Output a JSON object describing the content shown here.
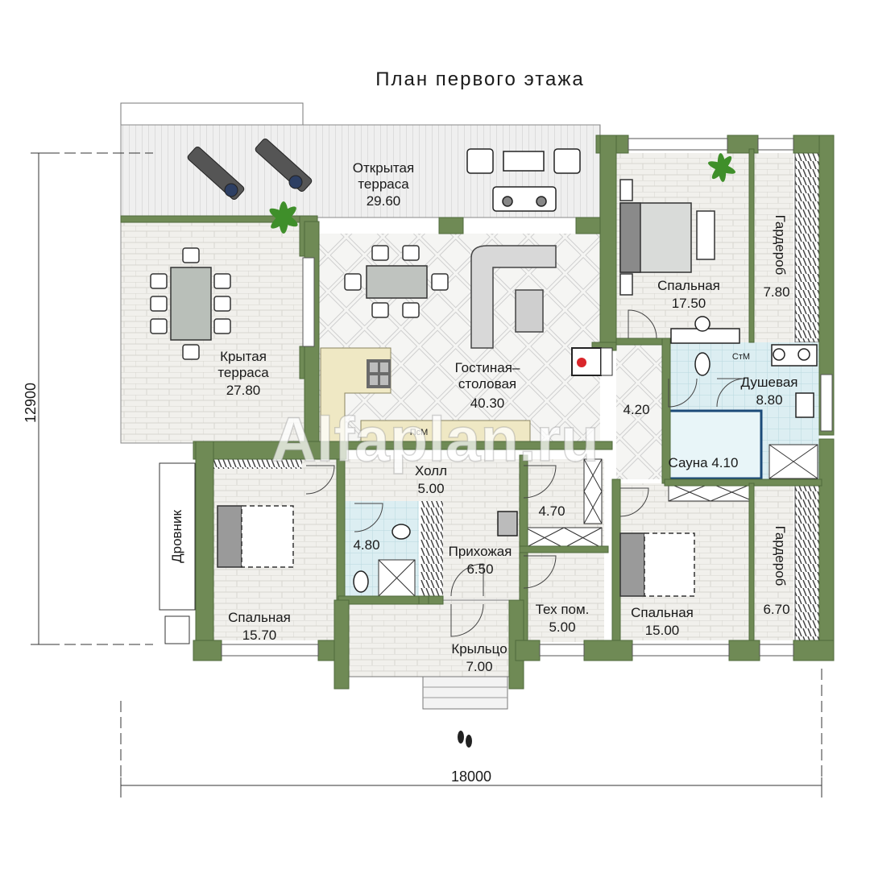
{
  "title": "План первого этажа",
  "watermark": "Alfaplan.ru",
  "colors": {
    "wall": "#6f8a55",
    "wall_dark": "#4f6a3c",
    "tile": "#f1f0ec",
    "tile_line": "#d8d6cf",
    "bath_tile": "#dceef2",
    "floor_wood": "#eeeeea",
    "kitchen": "#efe8c4",
    "plant": "#3f8f2a",
    "dim_line": "#333333"
  },
  "dimensions": {
    "width": "18000",
    "height": "12900"
  },
  "rooms": {
    "open_terrace": {
      "name": "Открытая\nтерраса",
      "area": "29.60"
    },
    "covered_terrace": {
      "name": "Крытая\nтерраса",
      "area": "27.80"
    },
    "living_dining": {
      "name": "Гостиная–\nстоловая",
      "area": "40.30"
    },
    "bedroom_ne": {
      "name": "Спальная",
      "area": "17.50"
    },
    "wardrobe_ne": {
      "name": "Гардероб",
      "area": "7.80"
    },
    "corridor": {
      "name": "",
      "area": "4.20"
    },
    "shower": {
      "name": "Душевая",
      "area": "8.80"
    },
    "sauna": {
      "name": "Сауна",
      "area": "4.10"
    },
    "hall": {
      "name": "Холл",
      "area": "5.00"
    },
    "bath_small": {
      "name": "",
      "area": "4.80"
    },
    "entrance": {
      "name": "Прихожая",
      "area": "6.50"
    },
    "closet": {
      "name": "",
      "area": "4.70"
    },
    "tech_room": {
      "name": "Тех пом.",
      "area": "5.00"
    },
    "bedroom_sw": {
      "name": "Спальная",
      "area": "15.70"
    },
    "bedroom_se": {
      "name": "Спальная",
      "area": "15.00"
    },
    "wardrobe_se": {
      "name": "Гардероб",
      "area": "6.70"
    },
    "porch": {
      "name": "Крыльцо",
      "area": "7.00"
    },
    "firewood": {
      "name": "Дровник",
      "area": ""
    },
    "washer_label": "СтМ",
    "dishwasher_label": "ПсМ"
  }
}
